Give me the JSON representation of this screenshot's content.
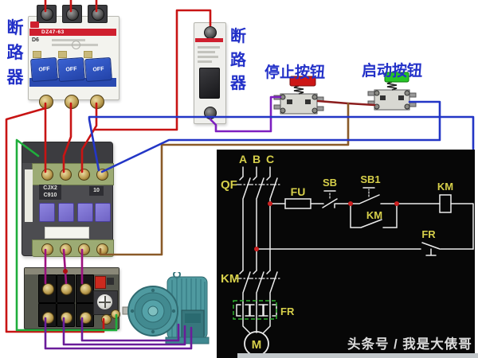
{
  "photo": {
    "left_breaker_label": "断路器",
    "right_breaker_label": "断路器",
    "stop_button_label": "停止按钮",
    "start_button_label": "启动按钮",
    "main_breaker": {
      "band": "DZ47-63",
      "rating": "D6",
      "toggle": "OFF"
    },
    "contactor": {
      "model_line1": "CJX2",
      "model_line2": "C910",
      "aux_mark": "10"
    }
  },
  "schematic": {
    "phase_a": "A",
    "phase_b": "B",
    "phase_c": "C",
    "qf": "QF",
    "fu": "FU",
    "sb": "SB",
    "sb1": "SB1",
    "km_aux": "KM",
    "km_coil": "KM",
    "km_main": "KM",
    "fr_contact": "FR",
    "fr_heater": "FR",
    "motor": "M"
  },
  "watermark": "头条号 / 我是大俵哥",
  "colors": {
    "label_blue": "#2230c8",
    "schematic_yellow": "#d6cf4a",
    "panel_black": "#070707",
    "junction_red": "#cc2020",
    "heater_green": "#2faf2f",
    "wire_red": "#c81414",
    "wire_blue": "#2336c6",
    "wire_purple": "#7d1fc0",
    "wire_maroon": "#8b1d1d",
    "wire_brown": "#8a5a28",
    "wire_green": "#1fae3c",
    "wire_magenta": "#9c1280",
    "wire_violet": "#6a1d9a",
    "stop_cap_red": "#cc1616",
    "start_cap_green": "#28c428"
  }
}
